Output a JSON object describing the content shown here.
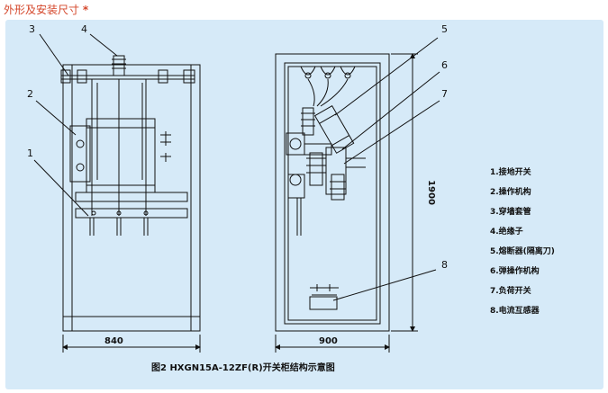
{
  "page": {
    "heading": "外形及安装尺寸",
    "heading_mark": "*"
  },
  "diagram": {
    "caption": "图2 HXGN15A-12ZF(R)开关柜结构示意图",
    "front_view": {
      "callouts": [
        "3",
        "4",
        "2",
        "1"
      ],
      "width_dimension": "840"
    },
    "side_view": {
      "callouts": [
        "5",
        "6",
        "7",
        "8"
      ],
      "width_dimension": "900",
      "height_dimension": "1900"
    },
    "legend": [
      "1.接地开关",
      "2.操作机构",
      "3.穿墙套管",
      "4.绝缘子",
      "5.熔断器(隔离刀)",
      "6.弹操作机构",
      "7.负荷开关",
      "8.电流互感器"
    ],
    "colors": {
      "panel_background": "#d6eaf8",
      "heading": "#d4462a",
      "line": "#111111"
    }
  }
}
